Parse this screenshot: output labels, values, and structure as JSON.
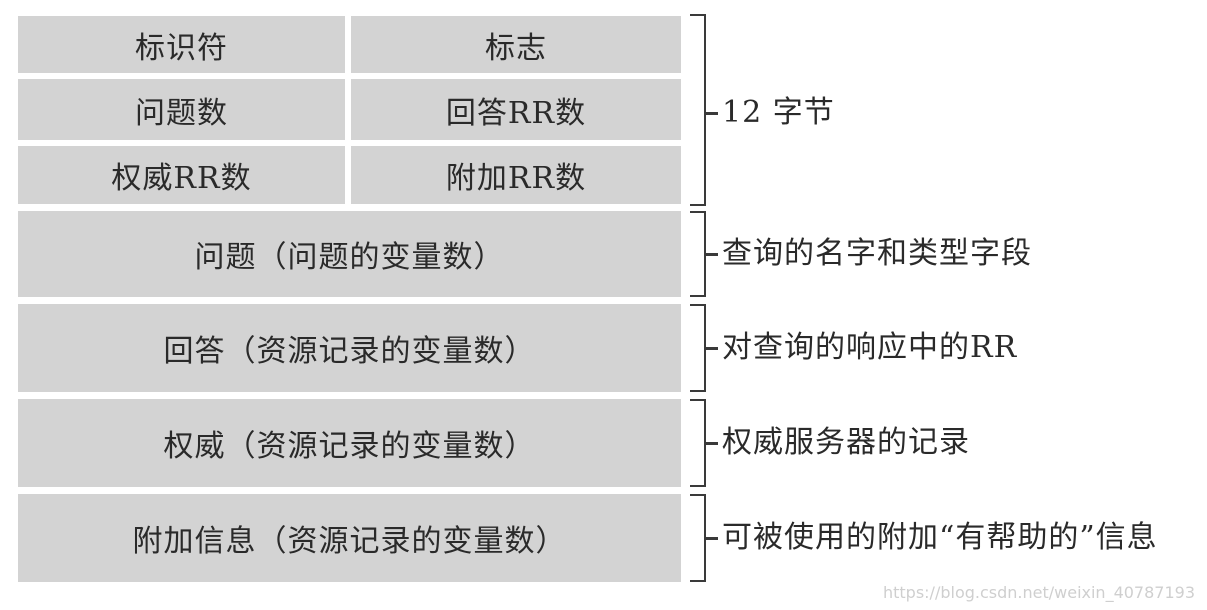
{
  "header": {
    "identifier": "标识符",
    "flags": "标志",
    "questions_count": "问题数",
    "answer_rr_count": "回答RR数",
    "authority_rr_count": "权威RR数",
    "additional_rr_count": "附加RR数"
  },
  "sections": {
    "question": "问题（问题的变量数）",
    "answer": "回答（资源记录的变量数）",
    "authority": "权威（资源记录的变量数）",
    "additional": "附加信息（资源记录的变量数）"
  },
  "annotations": {
    "header_size": "12 字节",
    "question": "查询的名字和类型字段",
    "answer": "对查询的响应中的RR",
    "authority": "权威服务器的记录",
    "additional": "可被使用的附加“有帮助的”信息"
  },
  "watermark": "https://blog.csdn.net/weixin_40787193"
}
